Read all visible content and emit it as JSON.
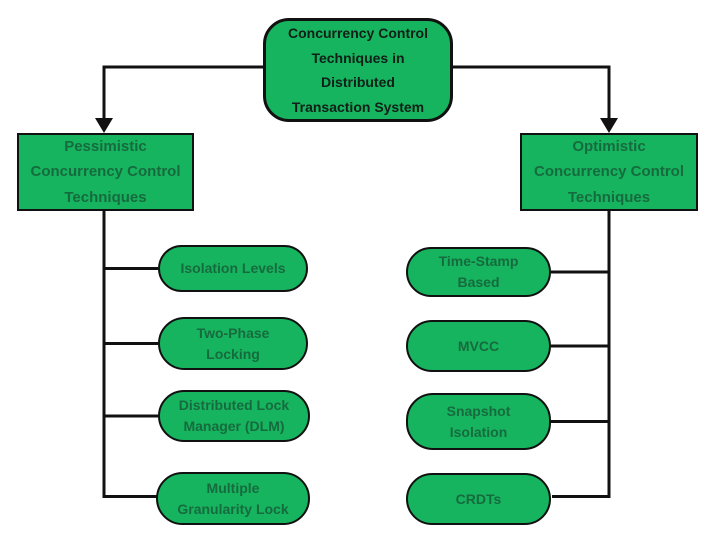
{
  "diagram": {
    "root": {
      "label": "Concurrency Control\nTechniques in\nDistributed\nTransaction System"
    },
    "branches": [
      {
        "id": "pessimistic",
        "label": "Pessimistic\nConcurrency Control\nTechniques",
        "children": [
          "Isolation Levels",
          "Two-Phase\nLocking",
          "Distributed Lock\nManager (DLM)",
          "Multiple\nGranularity Lock"
        ]
      },
      {
        "id": "optimistic",
        "label": "Optimistic\nConcurrency Control\nTechniques",
        "children": [
          "Time-Stamp\nBased",
          "MVCC",
          "Snapshot\nIsolation",
          "CRDTs"
        ]
      }
    ],
    "colors": {
      "node_fill": "#16b45e",
      "node_border": "#111111",
      "connector_line": "#111111",
      "root_text": "#101f17",
      "node_text": "#166b3e",
      "background": "#ffffff"
    }
  }
}
